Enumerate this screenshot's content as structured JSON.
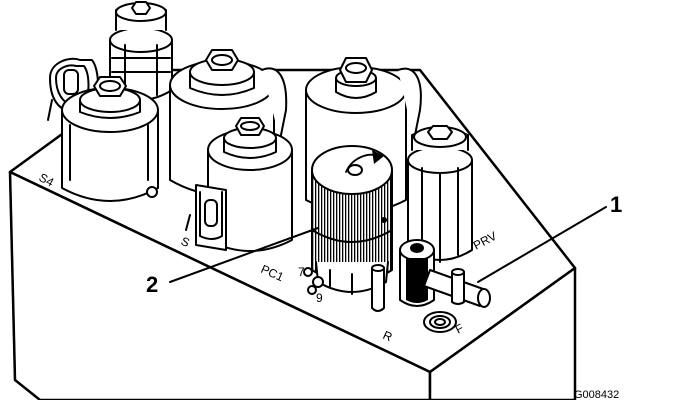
{
  "figure": {
    "callouts": [
      "1",
      "2"
    ],
    "port_labels": {
      "s4": "S4",
      "s": "S",
      "prv": "PRV",
      "pc1": "PC1",
      "pc1_positions": [
        "7",
        "9"
      ],
      "r": "R",
      "f": "F"
    },
    "figure_id": "G008432"
  },
  "colors": {
    "ink": "#000000",
    "paper": "#ffffff"
  }
}
